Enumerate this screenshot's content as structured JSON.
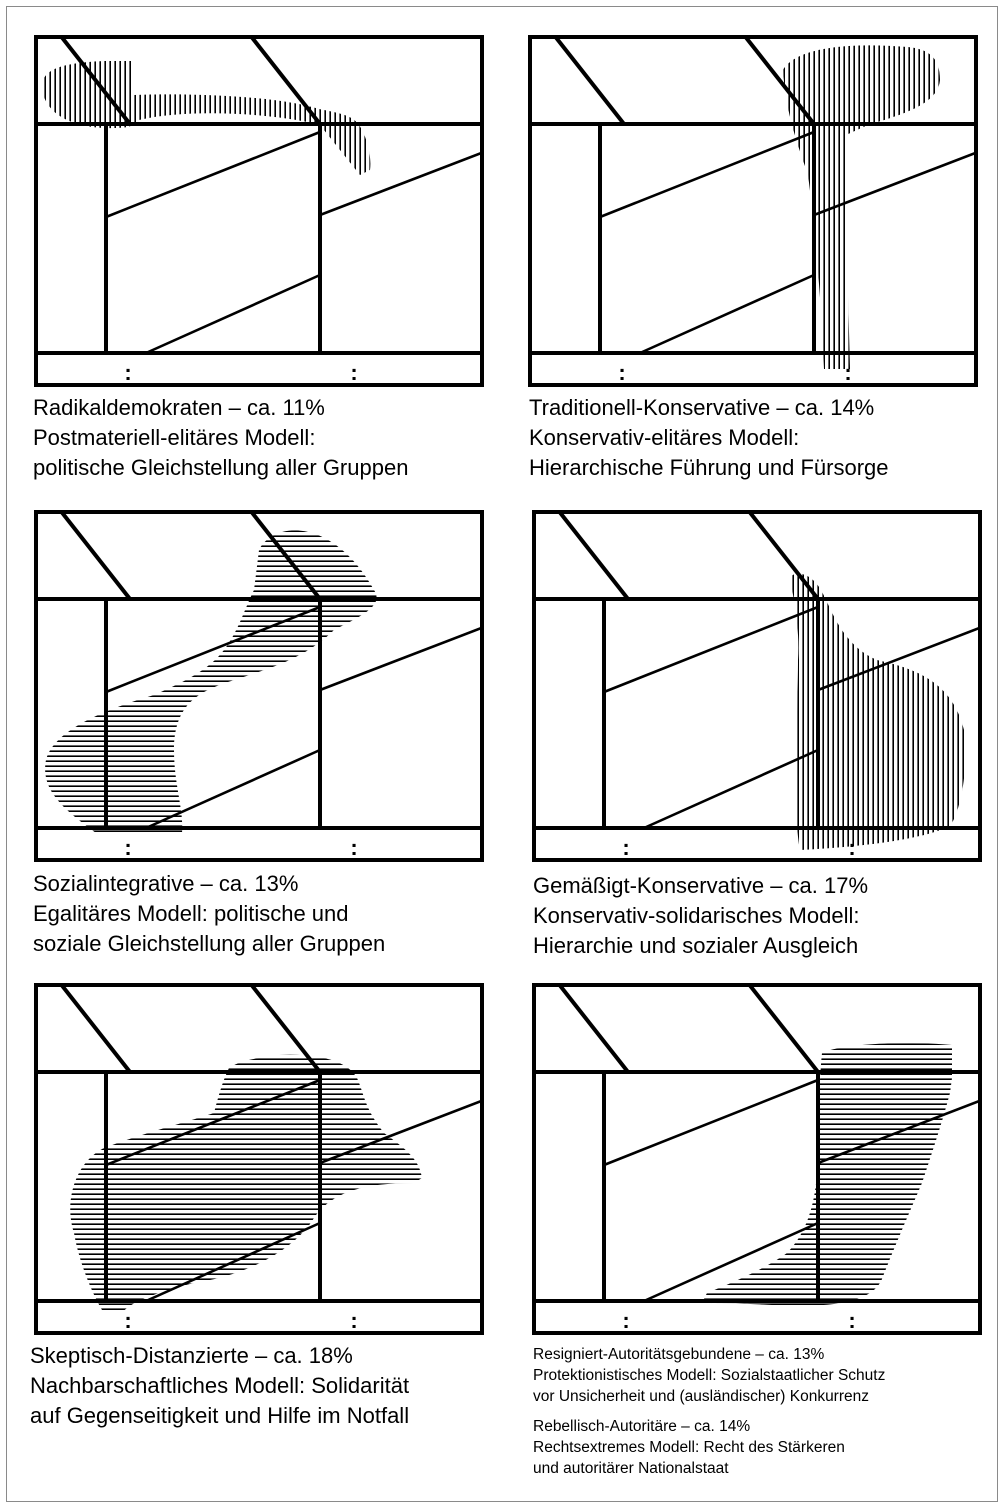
{
  "panels": [
    {
      "id": "radikaldemokraten",
      "pattern": "vertical",
      "caption": [
        "Radikaldemokraten – ca. 11%",
        "Postmateriell-elitäres Modell:",
        "politische Gleichstellung aller Gruppen"
      ]
    },
    {
      "id": "traditionell-konservative",
      "pattern": "vertical",
      "caption": [
        "Traditionell-Konservative – ca. 14%",
        "Konservativ-elitäres Modell:",
        "Hierarchische Führung und Fürsorge"
      ]
    },
    {
      "id": "sozialintegrative",
      "pattern": "horizontal",
      "caption": [
        "Sozialintegrative – ca. 13%",
        "Egalitäres Modell: politische und",
        "soziale Gleichstellung aller Gruppen"
      ]
    },
    {
      "id": "gemaessigt-konservative",
      "pattern": "vertical",
      "caption": [
        "Gemäßigt-Konservative – ca. 17%",
        "Konservativ-solidarisches Modell:",
        "Hierarchie und sozialer Ausgleich"
      ]
    },
    {
      "id": "skeptisch-distanzierte",
      "pattern": "horizontal",
      "caption": [
        "Skeptisch-Distanzierte – ca. 18%",
        "Nachbarschaftliches Modell: Solidarität",
        "auf Gegenseitigkeit und Hilfe im Notfall"
      ]
    },
    {
      "id": "resigniert-rebellisch",
      "pattern": "horizontal",
      "caption": [
        "Resigniert-Autoritätsgebundene – ca. 13%",
        "Protektionistisches Modell: Sozialstaatlicher Schutz",
        "vor Unsicherheit und (ausländischer) Konkurrenz"
      ],
      "caption2": [
        "Rebellisch-Autoritäre – ca. 14%",
        "Rechtsextremes Modell: Recht des Stärkeren",
        "und autoritärer Nationalstaat"
      ]
    }
  ],
  "colors": {
    "frame": "#000000",
    "hatch": "#000000",
    "border": "#8a8a8a"
  },
  "tick_glyph": ":"
}
